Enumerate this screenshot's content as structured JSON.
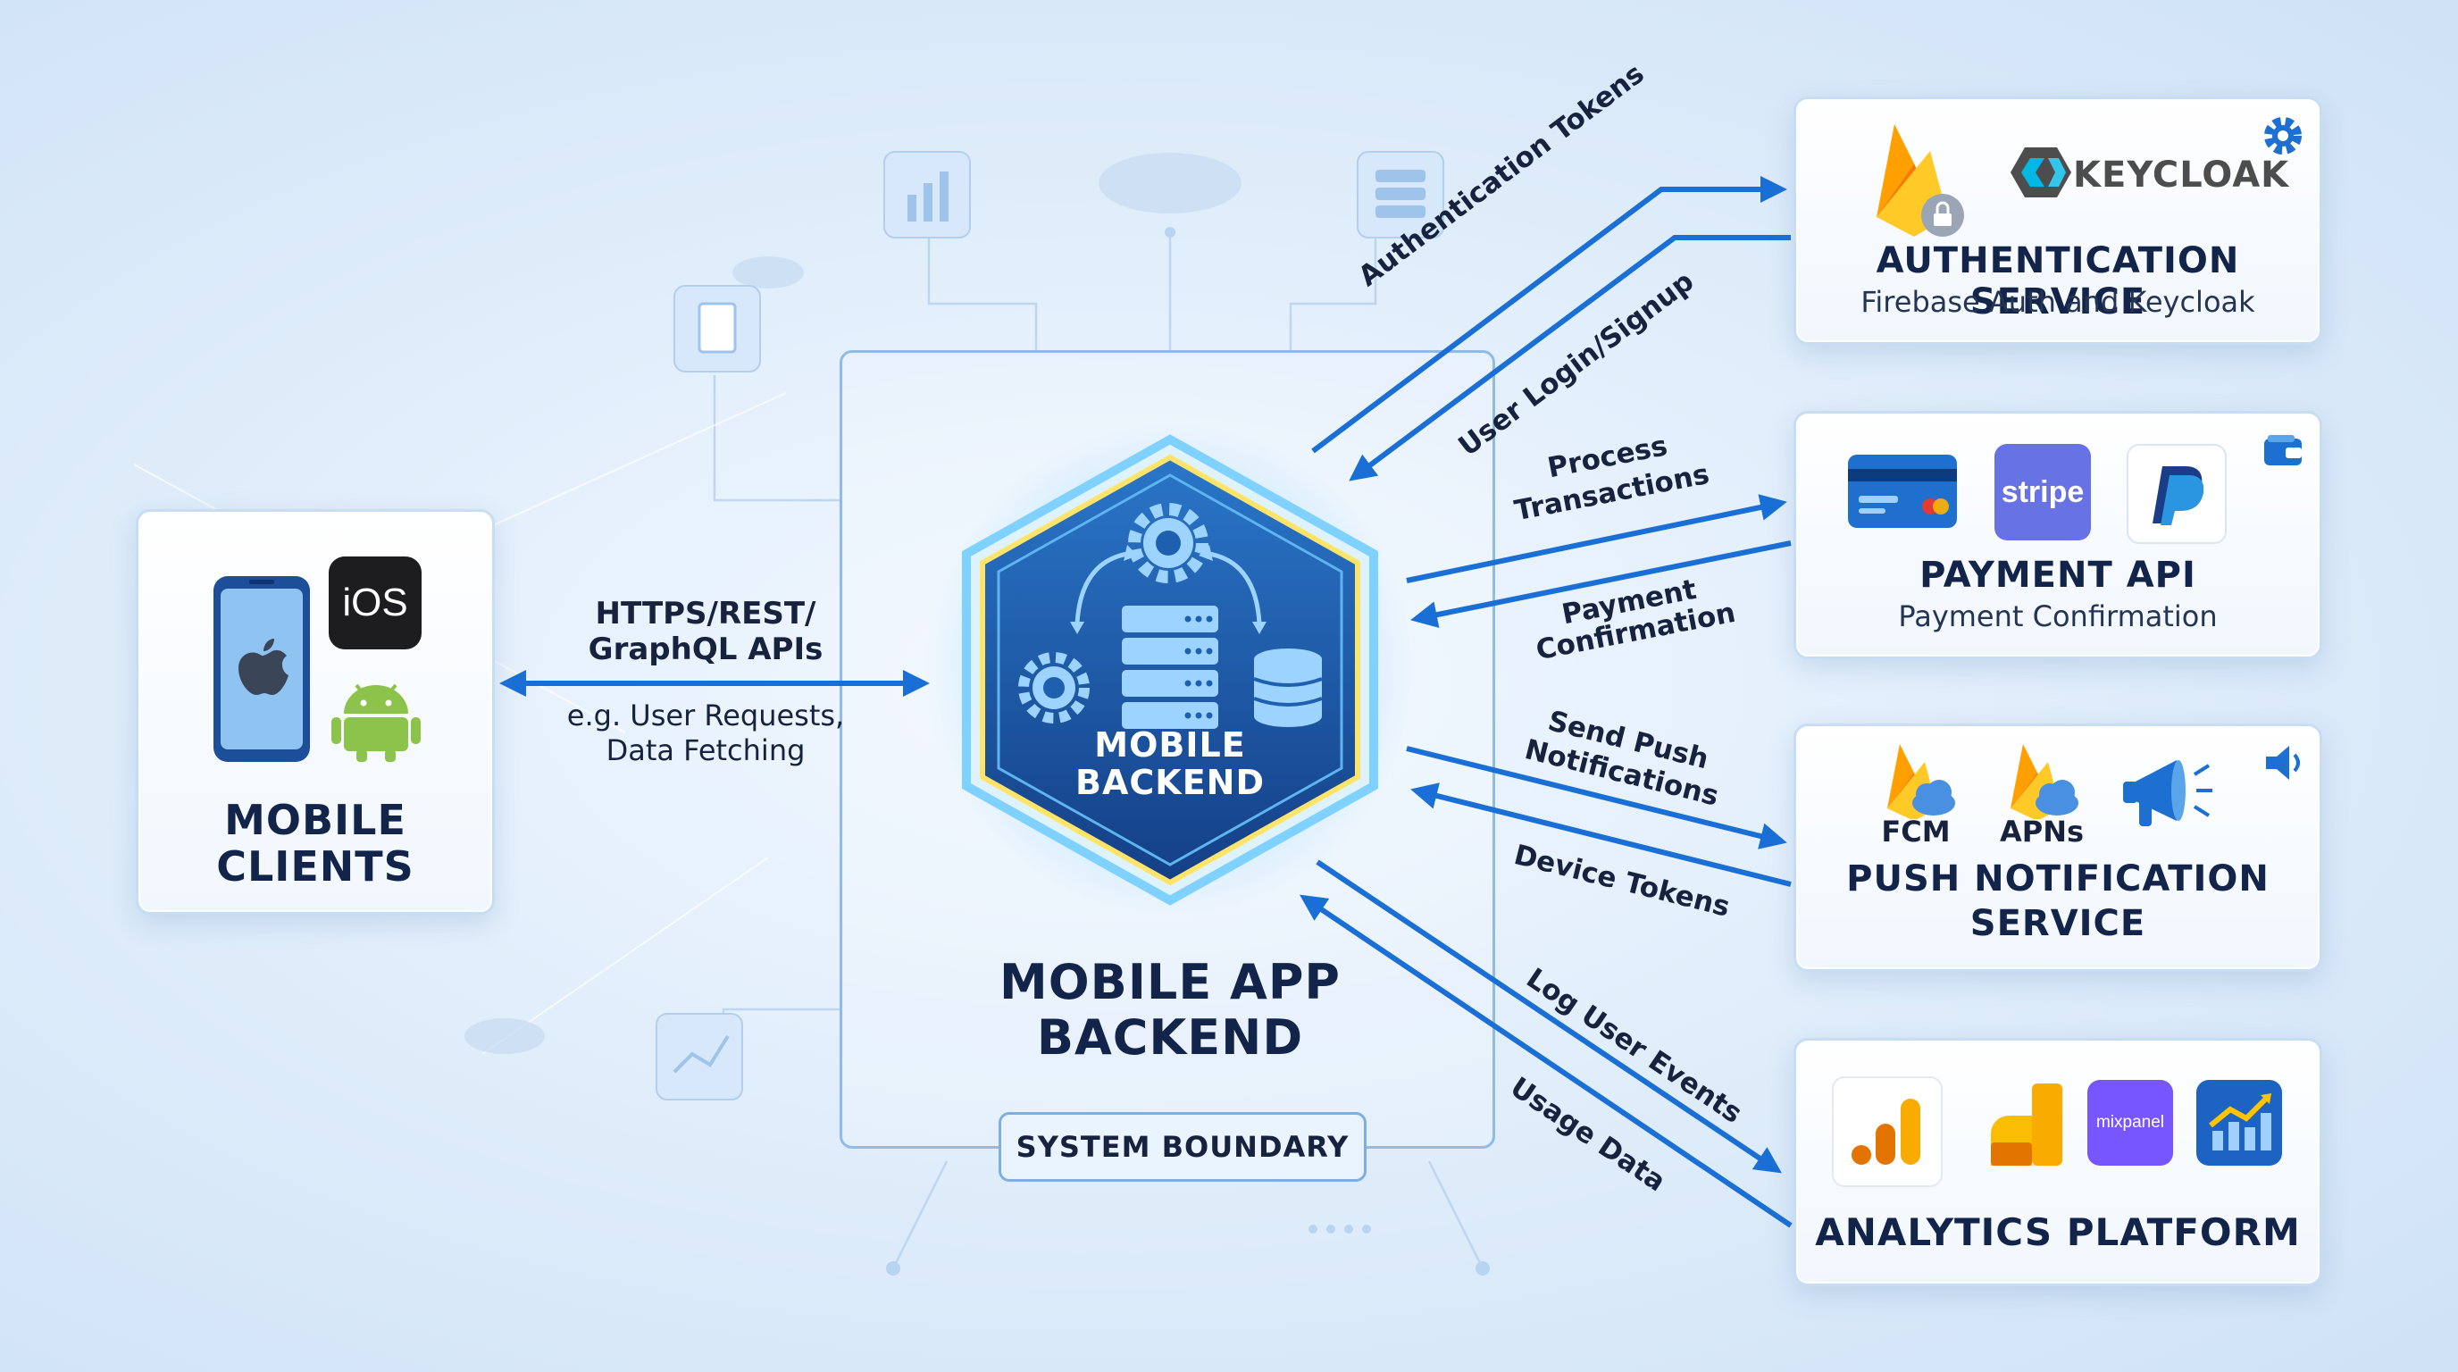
{
  "clients": {
    "title_line1": "MOBILE",
    "title_line2": "CLIENTS",
    "ios_label": "iOS"
  },
  "client_link": {
    "protocol_line1": "HTTPS/REST/",
    "protocol_line2": "GraphQL APIs",
    "example_line1": "e.g. User Requests,",
    "example_line2": "Data Fetching"
  },
  "backend": {
    "hex_line1": "MOBILE",
    "hex_line2": "BACKEND",
    "title_line1": "MOBILE APP",
    "title_line2": "BACKEND",
    "boundary_label": "SYSTEM BOUNDARY"
  },
  "auth": {
    "title": "AUTHENTICATION SERVICE",
    "subtitle": "Firebase Auth and Keycloak",
    "keycloak_logo": "KEYCLOAK",
    "out_label": "Authentication Tokens",
    "in_label": "User Login/Signup"
  },
  "payment": {
    "title": "PAYMENT API",
    "subtitle": "Payment Confirmation",
    "stripe_logo": "stripe",
    "out_label_line1": "Process",
    "out_label_line2": "Transactions",
    "in_label_line1": "Payment",
    "in_label_line2": "Confirmation"
  },
  "push": {
    "title_line1": "PUSH NOTIFICATION",
    "title_line2": "SERVICE",
    "fcm_label": "FCM",
    "apns_label": "APNs",
    "out_label_line1": "Send Push",
    "out_label_line2": "Notifications",
    "in_label": "Device Tokens"
  },
  "analytics": {
    "title": "ANALYTICS PLATFORM",
    "mixpanel_logo": "mixpanel",
    "out_label_1": "Log User Events",
    "out_label_2": "Usage Data"
  },
  "colors": {
    "arrow": "#1a6fd6",
    "title_text": "#12244a",
    "hex_fill": "#1e5fb0",
    "hex_glow": "#ffe46a"
  }
}
